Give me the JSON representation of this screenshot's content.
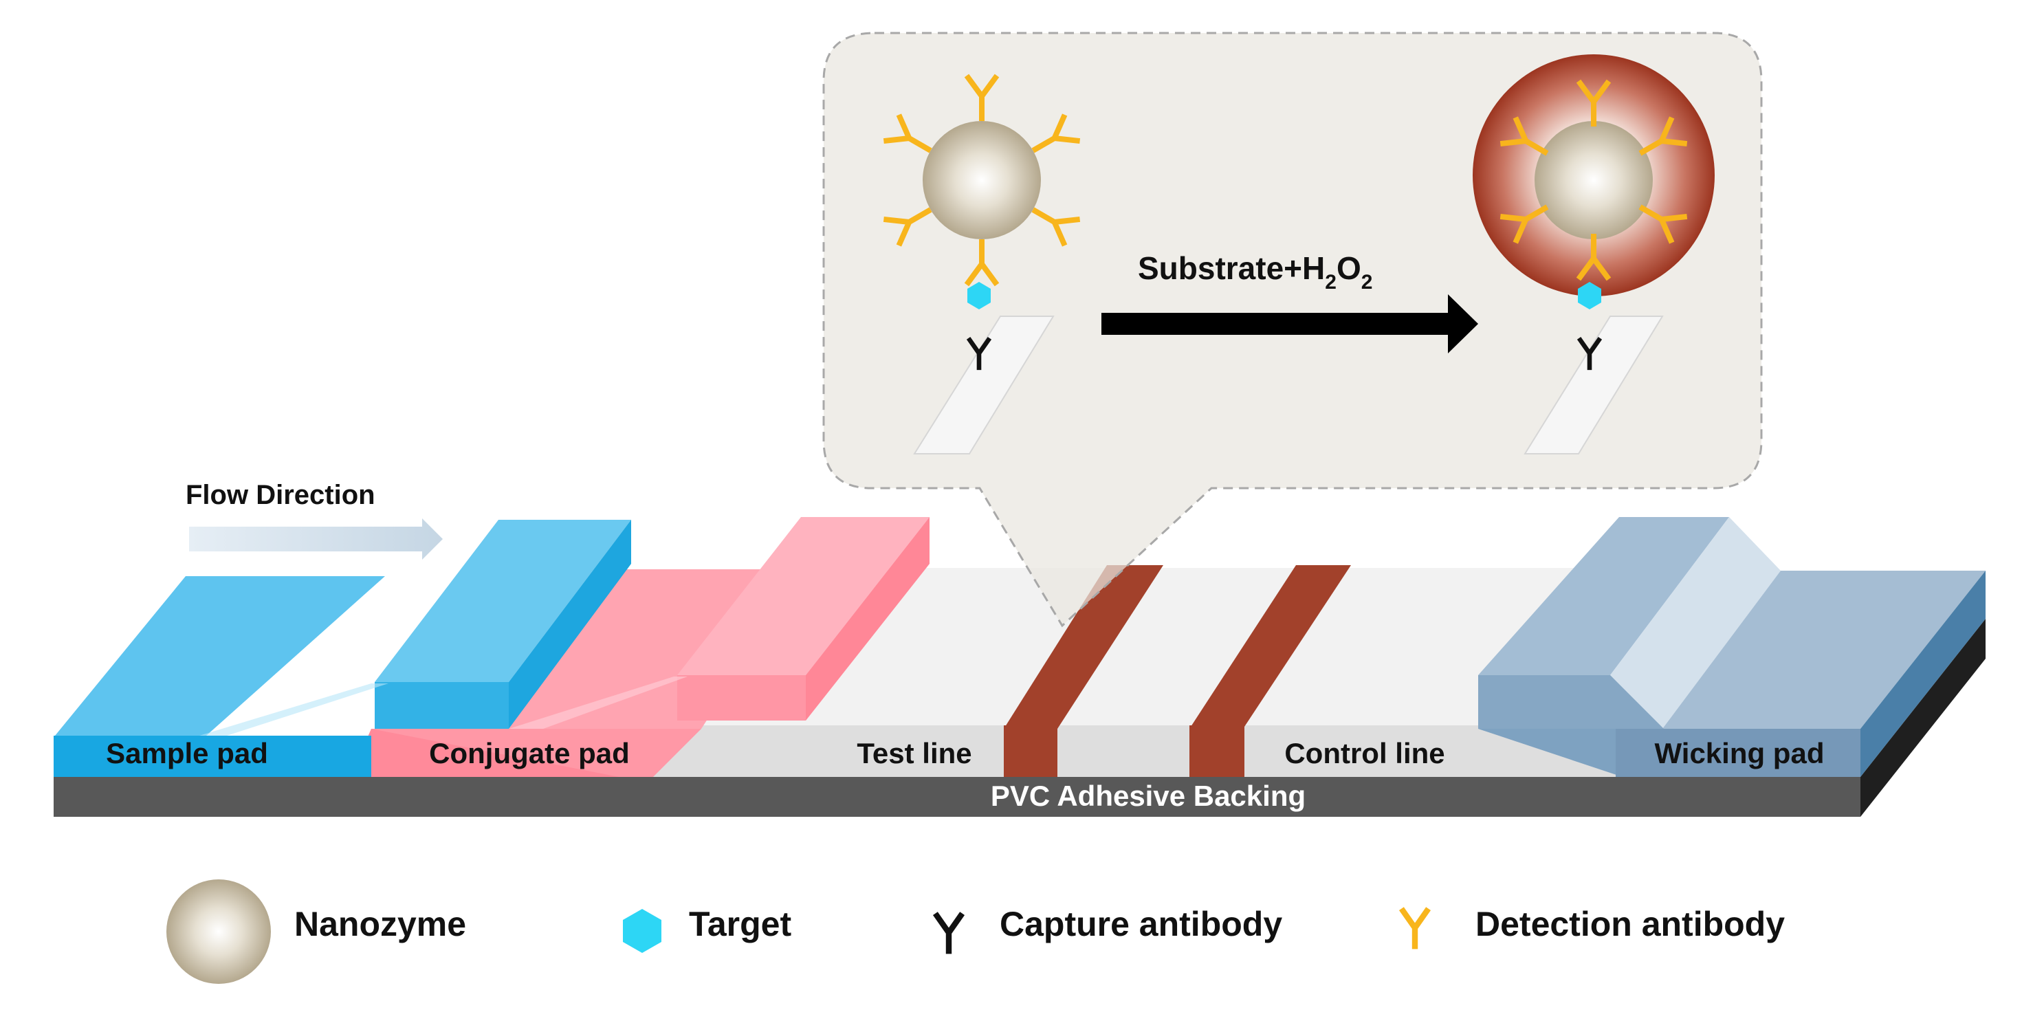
{
  "flow": {
    "label": "Flow Direction"
  },
  "strip": {
    "sample_pad": "Sample pad",
    "conjugate_pad": "Conjugate pad",
    "test_line": "Test line",
    "control_line": "Control line",
    "wicking_pad": "Wicking pad",
    "backing": "PVC Adhesive Backing"
  },
  "callout": {
    "reaction_main": "Substrate+H",
    "reaction_sub1": "2",
    "reaction_mid": "O",
    "reaction_sub2": "2"
  },
  "legend": {
    "nanozyme": "Nanozyme",
    "target": "Target",
    "capture_antibody": "Capture antibody",
    "detection_antibody": "Detection antibody"
  },
  "colors": {
    "sample_pad": "#5ec3ee",
    "conjugate_pad": "#ff9aa8",
    "membrane": "#f3f3f3",
    "line": "#a2412b",
    "wicking_pad": "#8eabc6",
    "backing": "#555555",
    "target": "#2dd6f5",
    "detection_antibody": "#f8b51c",
    "capture_antibody": "#111111",
    "nanozyme": "#cfc5b0"
  }
}
